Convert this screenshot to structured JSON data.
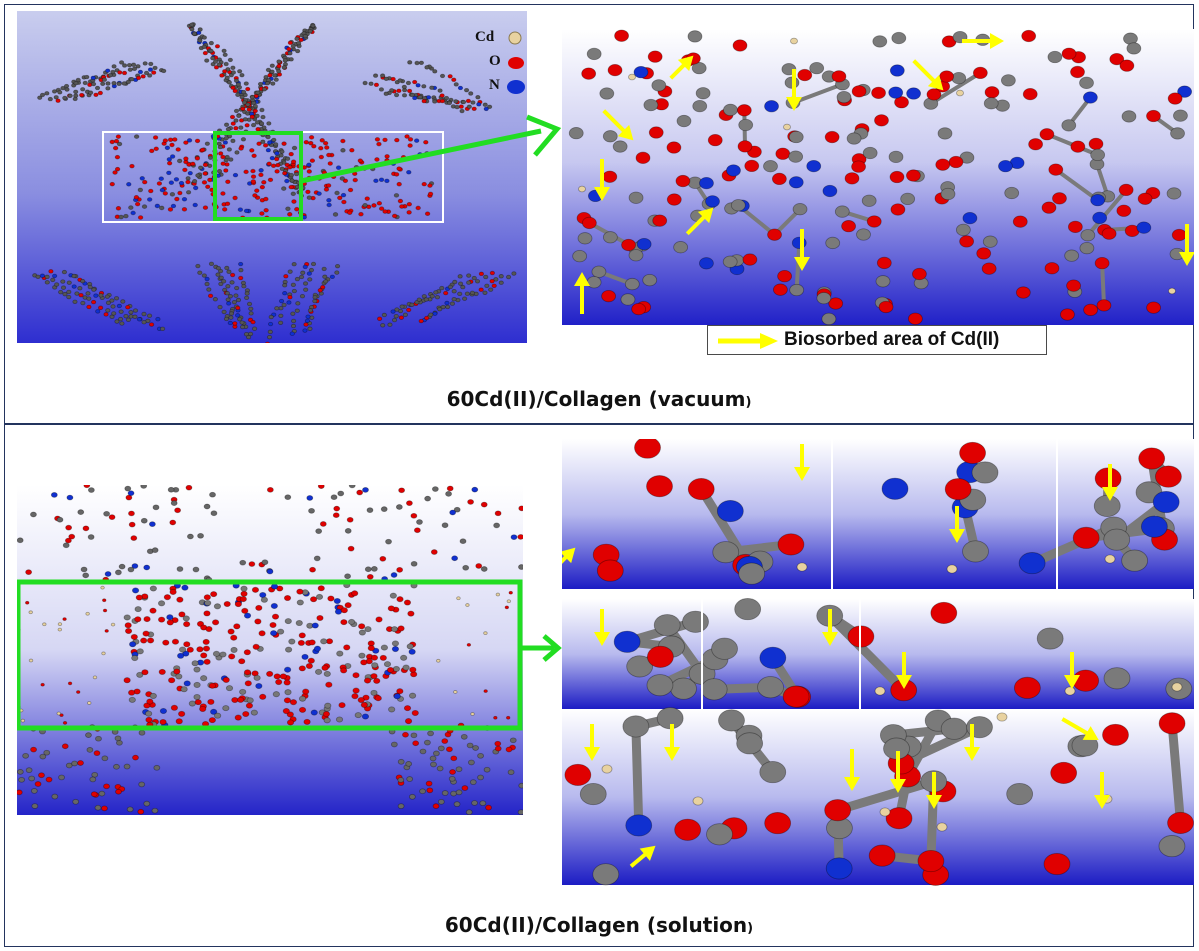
{
  "legend": {
    "cd_label": "Cd",
    "o_label": "O",
    "n_label": "N",
    "arrow_label": "Biosorbed area of Cd(II)"
  },
  "captions": {
    "vacuum_main": "60Cd(II)/Collagen (vacuum",
    "vacuum_paren": ")",
    "solution_main": "60Cd(II)/Collagen (solution",
    "solution_paren": ")"
  },
  "colors": {
    "oxygen": "#e00000",
    "nitrogen": "#1030d0",
    "carbon": "#7a7a7a",
    "cadmium": "#e8d2a0",
    "highlight_box": "#22dd22",
    "pointer_arrow": "#ffff00",
    "background_top": "#dfe3f5",
    "background_bottom": "#2b2bc8"
  }
}
